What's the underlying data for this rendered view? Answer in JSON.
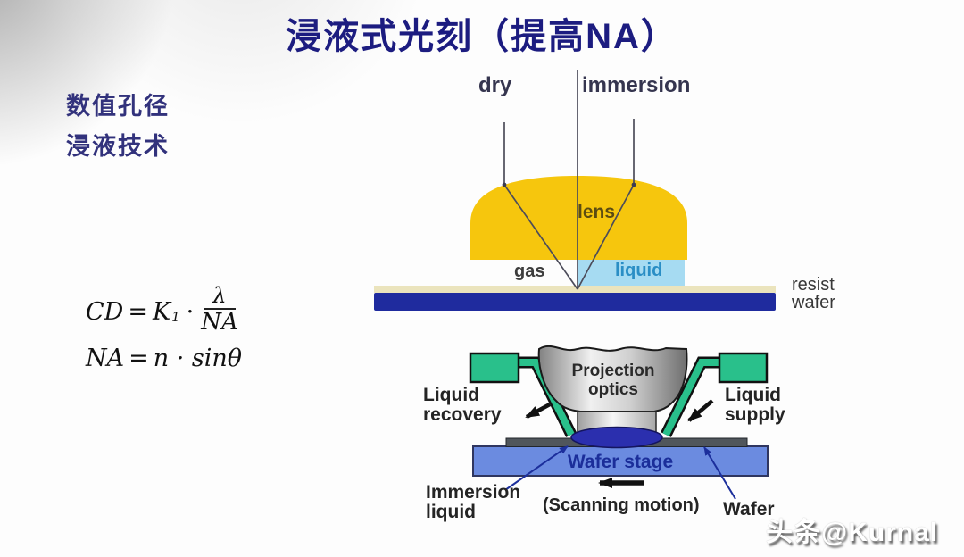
{
  "slide": {
    "title": "浸液式光刻（提高NA）",
    "sidebar": {
      "line1": "数值孔径",
      "line2": "浸液技术"
    },
    "formulas": {
      "cd": {
        "lhs": "CD",
        "eq": "=",
        "coeff": "K",
        "sub": "1",
        "dot": "·",
        "numerator": "λ",
        "denominator": "NA"
      },
      "na": {
        "lhs": "NA",
        "eq": "=",
        "rhs": "n · sinθ"
      }
    },
    "top_diagram": {
      "dry_label": "dry",
      "immersion_label": "immersion",
      "lens_label": "lens",
      "gas_label": "gas",
      "liquid_label": "liquid",
      "resist_label": "resist",
      "wafer_label": "wafer"
    },
    "bottom_diagram": {
      "projection_optics_label": "Projection\noptics",
      "liquid_recovery_label": "Liquid\nrecovery",
      "liquid_supply_label": "Liquid\nsupply",
      "wafer_stage_label": "Wafer stage",
      "immersion_liquid_label": "Immersion\nliquid",
      "scanning_motion_label": "(Scanning motion)",
      "wafer_label": "Wafer"
    },
    "watermark": "头条@Kurnal",
    "colors": {
      "title_navy": "#1c1c80",
      "lens_yellow": "#f6c60d",
      "liquid_light_blue": "#a6dbf2",
      "resist_beige": "#ebe4bd",
      "wafer_navy": "#1f2b9e",
      "stage_blue": "#6b8be0",
      "wafer_strip_gray": "#50565c",
      "supply_green": "#29c08b",
      "immersion_blob_blue": "#2b2fae",
      "metal_gray": "#c2c2c2"
    }
  }
}
